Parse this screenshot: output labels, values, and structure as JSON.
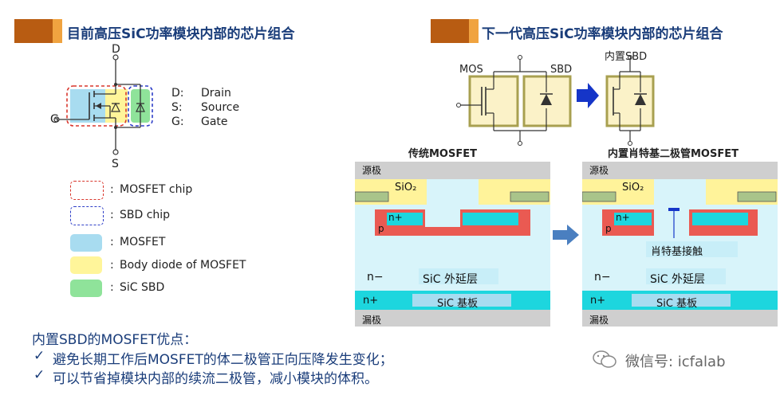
{
  "left_section": {
    "title": "目前高压SiC功率模块内部的芯片组合",
    "terminals": {
      "drain": "D",
      "source": "S",
      "gate": "G"
    },
    "symbol_legend": [
      {
        "key": "D:",
        "value": "Drain"
      },
      {
        "key": "S:",
        "value": "Source"
      },
      {
        "key": "G:",
        "value": "Gate"
      }
    ],
    "legend": [
      {
        "label": "MOSFET chip"
      },
      {
        "label": "SBD chip"
      },
      {
        "label": "MOSFET"
      },
      {
        "label": "Body diode of MOSFET"
      },
      {
        "label": "SiC SBD"
      }
    ],
    "legend_separator": ":"
  },
  "right_section": {
    "title": "下一代高压SiC功率模块内部的芯片组合",
    "chip_labels": {
      "mos": "MOS",
      "sbd": "SBD",
      "embedded_sbd": "内置SBD"
    },
    "cross_sections": [
      {
        "title": "传统MOSFET",
        "source": "源极",
        "sio2": "SiO₂",
        "n_plus_region": "n+",
        "p_region": "p",
        "n_minus": "n−",
        "epi": "SiC 外延层",
        "n_plus_sub": "n+",
        "substrate": "SiC 基板",
        "drain": "漏极"
      },
      {
        "title": "内置肖特基二极管MOSFET",
        "source": "源极",
        "sio2": "SiO₂",
        "n_plus_region": "n+",
        "p_region": "p",
        "schottky": "肖特基接触",
        "n_minus": "n−",
        "epi": "SiC 外延层",
        "n_plus_sub": "n+",
        "substrate": "SiC 基板",
        "drain": "漏极"
      }
    ]
  },
  "advantages": {
    "title": "内置SBD的MOSFET优点：",
    "items": [
      {
        "mark": "✓",
        "text": "避免长期工作后MOSFET的体二极管正向压降发生变化；"
      },
      {
        "mark": "✓",
        "text": "可以节省掉模块内部的续流二极管，减小模块的体积。"
      }
    ]
  },
  "watermark": "微信号: icfalab",
  "colors": {
    "title_blue": "#1a3d7a",
    "header_dark": "#b85c12",
    "header_light": "#f0a340",
    "mosfet_blue": "#a8dcf0",
    "body_diode_yellow": "#fff59a",
    "sbd_green": "#8fe39a",
    "chip_red_border": "#d9362c",
    "chip_blue_border": "#2f3fc8",
    "p_region": "#ea5a52",
    "n_plus": "#1dd6de",
    "epi": "#d8f4fa",
    "metal_gray": "#cfcfcf",
    "oxide_yellow": "#fff39a",
    "poly_green": "#a9c48a"
  }
}
